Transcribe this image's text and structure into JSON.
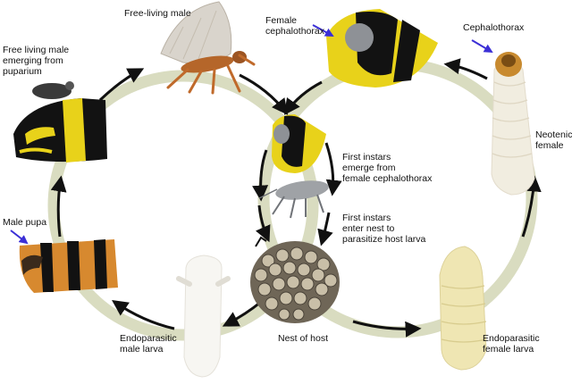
{
  "labels": {
    "free_living_male": "Free-living male",
    "emerging_male": "Free living male\nemerging from\npuparium",
    "female_cephalothorax": "Female\ncephalothorax",
    "cephalothorax": "Cephalothorax",
    "neotenic_female": "Neotenic\nfemale",
    "first_instars_emerge": "First instars\nemerge from\nfemale cephalothorax",
    "first_instars_enter": "First instars\nenter nest to\nparasitize host larva",
    "male_pupa": "Male pupa",
    "endoparasitic_male": "Endoparasitic\nmale larva",
    "nest_of_host": "Nest of host",
    "endoparasitic_female": "Endoparasitic\nfemale larva"
  },
  "colors": {
    "ring": "#d9dcc0",
    "arrow": "#111111",
    "pointer": "#3b2fd6",
    "yellow": "#e8d21a",
    "black": "#121212",
    "larva": "#f1ede0",
    "larva_yellow": "#efe6b3",
    "orange": "#d7892f",
    "nest": "#6f6657",
    "wing": "#d9d4cc"
  },
  "icons": [
    "blue-arrow-pointer-icon",
    "flow-arrow-icon"
  ]
}
